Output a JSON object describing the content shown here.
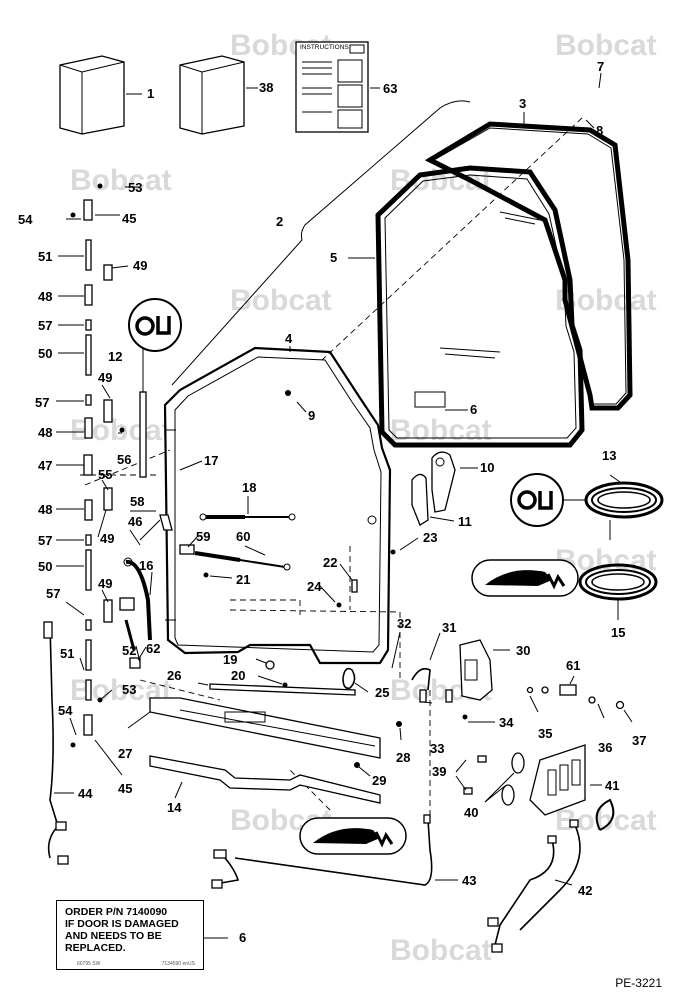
{
  "watermark": {
    "brand": "Bobcat"
  },
  "instructions_manual": {
    "title": "INSTRUCTIONS"
  },
  "decal": {
    "text": "ORDER P/N 7140090\nIF DOOR IS DAMAGED\nAND NEEDS TO BE\nREPLACED.",
    "code_left": "60795 SW",
    "code_right": "7134590 enUS"
  },
  "page_code": "PE-3221",
  "callouts": [
    "1",
    "2",
    "3",
    "4",
    "5",
    "6",
    "6",
    "7",
    "8",
    "9",
    "10",
    "11",
    "12",
    "13",
    "14",
    "15",
    "16",
    "17",
    "18",
    "19",
    "20",
    "21",
    "22",
    "23",
    "24",
    "25",
    "26",
    "27",
    "28",
    "29",
    "30",
    "31",
    "32",
    "33",
    "34",
    "35",
    "36",
    "37",
    "38",
    "39",
    "40",
    "41",
    "42",
    "43",
    "44",
    "45",
    "45",
    "46",
    "47",
    "48",
    "48",
    "48",
    "49",
    "49",
    "49",
    "49",
    "50",
    "50",
    "51",
    "51",
    "52",
    "53",
    "53",
    "54",
    "54",
    "55",
    "56",
    "57",
    "57",
    "57",
    "57",
    "58",
    "59",
    "60",
    "61",
    "62",
    "63"
  ]
}
